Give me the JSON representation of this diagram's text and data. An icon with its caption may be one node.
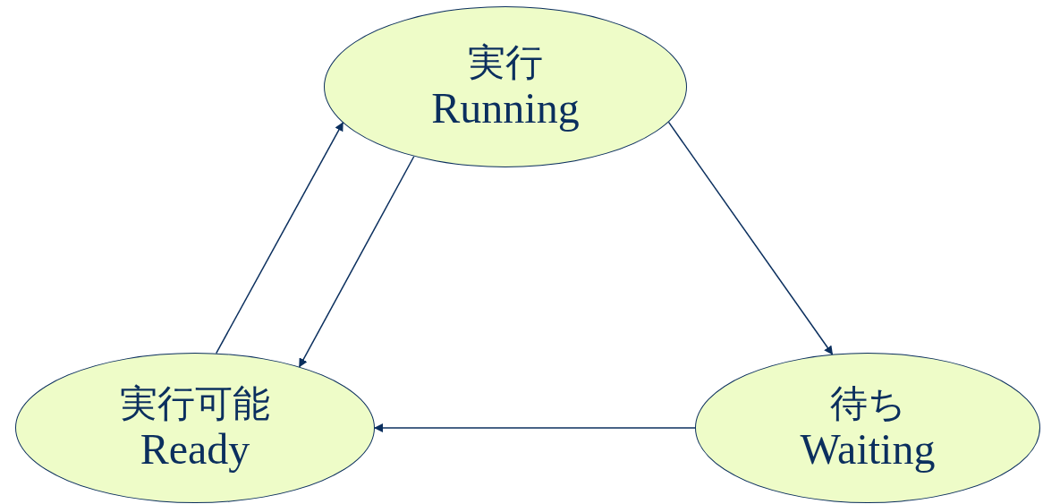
{
  "diagram": {
    "nodes": [
      {
        "text": [
          "実行",
          "Running"
        ]
      },
      {
        "text": [
          "実行可能",
          "Ready"
        ]
      },
      {
        "text": [
          "待ち",
          "Waiting"
        ]
      }
    ],
    "edges": [
      {
        "from": 1,
        "to": 0,
        "arrow": "to"
      },
      {
        "from": 0,
        "to": 1,
        "arrow": "to"
      },
      {
        "from": 0,
        "to": 2,
        "arrow": "to"
      },
      {
        "from": 2,
        "to": 1,
        "arrow": "to"
      }
    ]
  }
}
